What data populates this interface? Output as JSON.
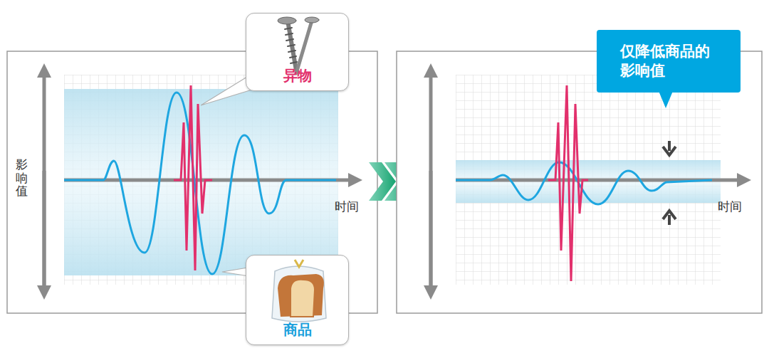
{
  "diagram": {
    "nodes": [
      {
        "text": [
          "异物"
        ]
      },
      {
        "text": [
          "商品"
        ]
      },
      {
        "text": [
          "仅降低商品的 影响值"
        ]
      }
    ],
    "labels": [
      "影响值",
      "时间",
      "时间"
    ]
  }
}
